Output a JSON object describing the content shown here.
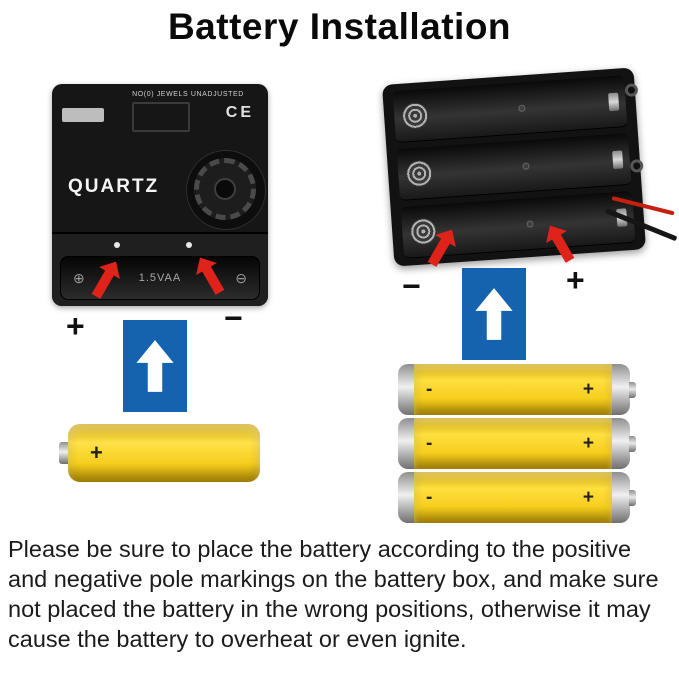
{
  "title": "Battery Installation",
  "colors": {
    "battery_yellow": "#f6ce1d",
    "arrow_blue": "#1563ae",
    "arrow_red": "#e0231a",
    "device_black": "#161616"
  },
  "clock_movement": {
    "top_label": "NO(0)  JEWELS  UNADJUSTED",
    "ce_mark": "CE",
    "brand": "QUARTZ",
    "left_terminal_symbol": "⊕",
    "compartment_label": "1.5VAA",
    "right_terminal_symbol": "⊖",
    "plus_label": "+",
    "minus_label": "−"
  },
  "battery_holder": {
    "minus_label": "−",
    "plus_label": "+"
  },
  "single_battery": {
    "plus_label": "+"
  },
  "battery_row": [
    {
      "minus_label": "-",
      "plus_label": "+"
    },
    {
      "minus_label": "-",
      "plus_label": "+"
    },
    {
      "minus_label": "-",
      "plus_label": "+"
    }
  ],
  "instructions": "Please be sure to place the battery according to the positive and negative pole markings on the battery box, and make sure  not placed the battery in the wrong positions, otherwise it may cause the battery to overheat or even ignite."
}
